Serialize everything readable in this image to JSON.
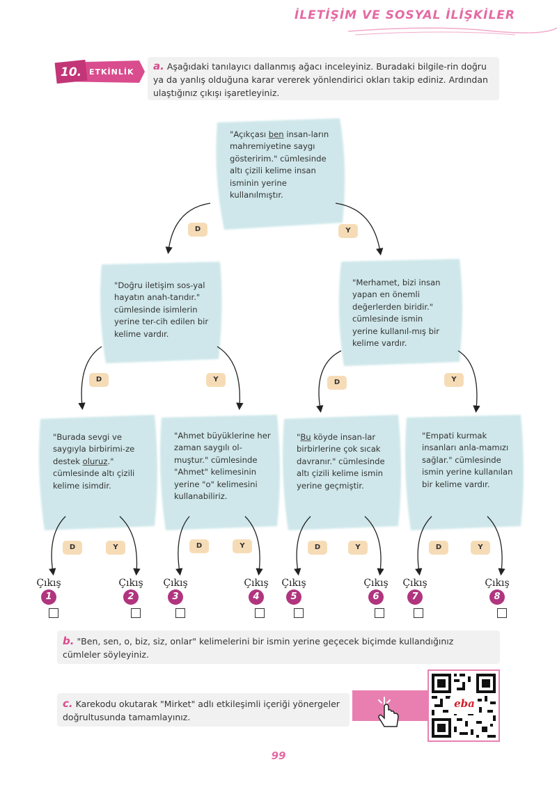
{
  "header": {
    "title": "İLETİŞİM VE SOSYAL İLİŞKİLER"
  },
  "activity": {
    "number": "10.",
    "label": "ETKİNLİK"
  },
  "instructions": {
    "a": {
      "letter": "a.",
      "text": "Aşağıdaki tanılayıcı dallanmış ağacı inceleyiniz. Buradaki bilgile-rin doğru ya da yanlış olduğuna karar vererek yönlendirici okları takip ediniz. Ardından ulaştığınız çıkışı işaretleyiniz."
    },
    "b": {
      "letter": "b.",
      "text": "\"Ben, sen, o, biz, siz, onlar\" kelimelerini bir ismin yerine geçecek biçimde kullandığınız cümleler söyleyiniz."
    },
    "c": {
      "letter": "c.",
      "text": "Karekodu okutarak \"Mirket\" adlı etkileşimli içeriği yönergeler doğrultusunda tamamlayınız."
    }
  },
  "tree": {
    "root": {
      "pre": "\"Açıkçası ",
      "underlined": "ben",
      "post": " insan-ların mahremiyetine saygı gösteririm.\" cümlesinde altı çizili kelime insan isminin yerine kullanılmıştır."
    },
    "left": {
      "text": "\"Doğru iletişim sos-yal hayatın anah-tarıdır.\" cümlesinde isimlerin yerine ter-cih edilen bir kelime vardır."
    },
    "right": {
      "text": "\"Merhamet, bizi insan yapan en önemli değerlerden biridir.\" cümlesinde ismin yerine kullanıl-mış bir kelime vardır."
    },
    "leaf1": {
      "pre": "\"Burada sevgi ve saygıyla birbirimi-ze destek ",
      "underlined": "oluruz",
      "post": ".\" cümlesinde altı çizili kelime isimdir."
    },
    "leaf2": {
      "text": "\"Ahmet büyüklerine her zaman saygılı ol-muştur.\" cümlesinde \"Ahmet\" kelimesinin yerine \"o\" kelimesini kullanabiliriz."
    },
    "leaf3": {
      "pre": "\"",
      "underlined": "Bu",
      "post": " köyde insan-lar birbirlerine çok sıcak davranır.\" cümlesinde altı çizili kelime ismin yerine geçmiştir."
    },
    "leaf4": {
      "text": "\"Empati kurmak insanları anla-mamızı sağlar.\" cümlesinde ismin yerine kullanılan bir kelime vardır."
    }
  },
  "tags": {
    "true": "D",
    "false": "Y"
  },
  "exits": {
    "label": "Çıkış",
    "numbers": [
      "1",
      "2",
      "3",
      "4",
      "5",
      "6",
      "7",
      "8"
    ]
  },
  "qr": {
    "logo_text": "eba"
  },
  "page_number": "99",
  "colors": {
    "accent": "#e46aa3",
    "badge": "#d94c8d",
    "exit": "#b0357e",
    "tag": "#f6dcb6",
    "blob": "#cfe7ea"
  }
}
